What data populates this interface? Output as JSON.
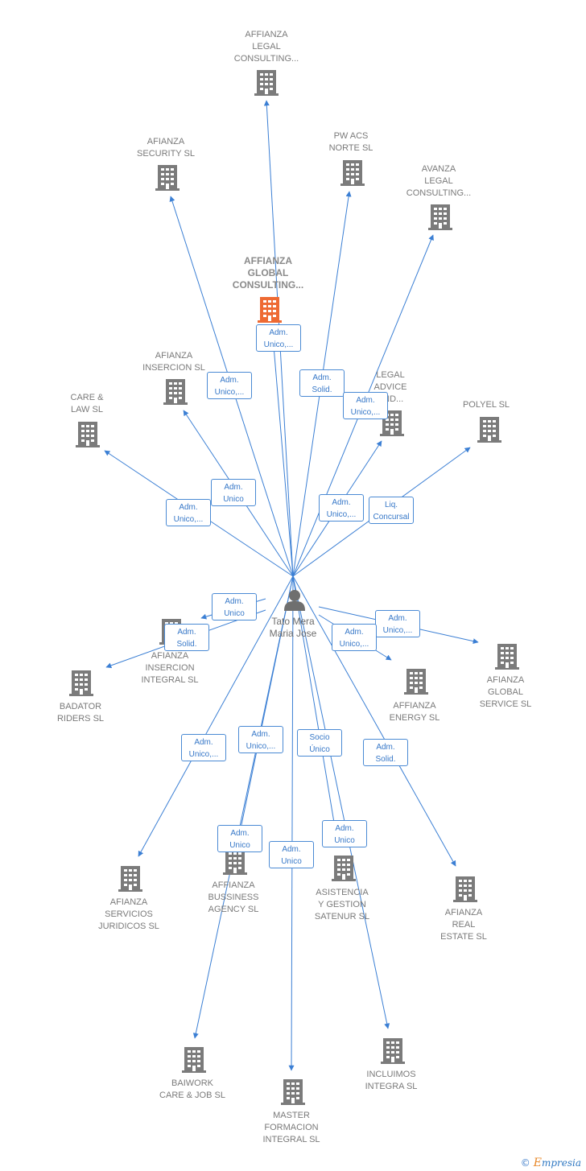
{
  "colors": {
    "edge": "#3b7fd4",
    "building": "#7b7b7b",
    "focus_building": "#ee6a33",
    "person": "#6f6f6f"
  },
  "person": {
    "name": "Tato Mera\nMaria Jose",
    "icon": "person-icon"
  },
  "companies": [
    {
      "id": "affianza-legal-consulting",
      "label": "AFFIANZA\nLEGAL\nCONSULTING..."
    },
    {
      "id": "afianza-security",
      "label": "AFIANZA\nSECURITY  SL"
    },
    {
      "id": "pw-acs-norte",
      "label": "PW ACS\nNORTE  SL"
    },
    {
      "id": "avanza-legal-consulting",
      "label": "AVANZA\nLEGAL\nCONSULTING..."
    },
    {
      "id": "affianza-global-consulting",
      "label": "AFFIANZA\nGLOBAL\nCONSULTING...",
      "focus": true
    },
    {
      "id": "afianza-insercion",
      "label": "AFIANZA\nINSERCION SL"
    },
    {
      "id": "legal-advice",
      "label": "LEGAL\nADVICE\nAND..."
    },
    {
      "id": "care-law",
      "label": "CARE &\nLAW  SL"
    },
    {
      "id": "polyel",
      "label": "POLYEL SL"
    },
    {
      "id": "afianza-insercion-integral",
      "label": "AFIANZA\nINSERCION\nINTEGRAL  SL"
    },
    {
      "id": "badator-riders",
      "label": "BADATOR\nRIDERS  SL"
    },
    {
      "id": "affianza-energy",
      "label": "AFFIANZA\nENERGY  SL"
    },
    {
      "id": "afianza-global-service",
      "label": "AFIANZA\nGLOBAL\nSERVICE  SL"
    },
    {
      "id": "afianza-servicios-juridicos",
      "label": "AFIANZA\nSERVICIOS\nJURIDICOS  SL"
    },
    {
      "id": "affianza-bussiness-agency",
      "label": "AFFIANZA\nBUSSINESS\nAGENCY  SL"
    },
    {
      "id": "asistencia-gestion-satenur",
      "label": "ASISTENCIA\nY GESTION\nSATENUR  SL"
    },
    {
      "id": "afianza-real-estate",
      "label": "AFIANZA\nREAL\nESTATE  SL"
    },
    {
      "id": "baiwork-care-job",
      "label": "BAIWORK\nCARE & JOB SL"
    },
    {
      "id": "incluimos-integra",
      "label": "INCLUIMOS\nINTEGRA  SL"
    },
    {
      "id": "master-formacion-integral",
      "label": "MASTER\nFORMACION\nINTEGRAL SL"
    }
  ],
  "relations": [
    {
      "to": "affianza-legal-consulting",
      "tag": ""
    },
    {
      "to": "affianza-global-consulting",
      "tag": "Adm.\nUnico,..."
    },
    {
      "to": "afianza-security",
      "tag": "Adm.\nUnico,..."
    },
    {
      "to": "pw-acs-norte",
      "tag": "Adm.\nSolid."
    },
    {
      "to": "legal-advice",
      "tag": "Adm.\nUnico,..."
    },
    {
      "to": "avanza-legal-consulting",
      "tag": "Adm.\nUnico,..."
    },
    {
      "to": "afianza-insercion",
      "tag": "Adm.\nUnico"
    },
    {
      "to": "care-law",
      "tag": "Adm.\nUnico,..."
    },
    {
      "to": "polyel",
      "tag": "Liq.\nConcursal"
    },
    {
      "to": "afianza-insercion-integral",
      "tag": "Adm.\nUnico"
    },
    {
      "to": "badator-riders",
      "tag": "Adm.\nSolid."
    },
    {
      "to": "afianza-global-service",
      "tag": "Adm.\nUnico,..."
    },
    {
      "to": "affianza-energy",
      "tag": "Adm.\nUnico,..."
    },
    {
      "to": "afianza-servicios-juridicos",
      "tag": "Adm.\nUnico,..."
    },
    {
      "to": "affianza-bussiness-agency",
      "tag": "Adm.\nUnico,..."
    },
    {
      "to": "baiwork-care-job",
      "tag": "Adm.\nUnico"
    },
    {
      "to": "master-formacion-integral",
      "tag": "Adm.\nUnico"
    },
    {
      "to": "asistencia-gestion-satenur",
      "tag": "Socio\nÚnico"
    },
    {
      "to": "incluimos-integra",
      "tag": "Adm.\nUnico"
    },
    {
      "to": "afianza-real-estate",
      "tag": "Adm.\nSolid."
    }
  ],
  "footer": {
    "copyright": "©",
    "brand_first": "E",
    "brand_rest": "mpresia"
  }
}
